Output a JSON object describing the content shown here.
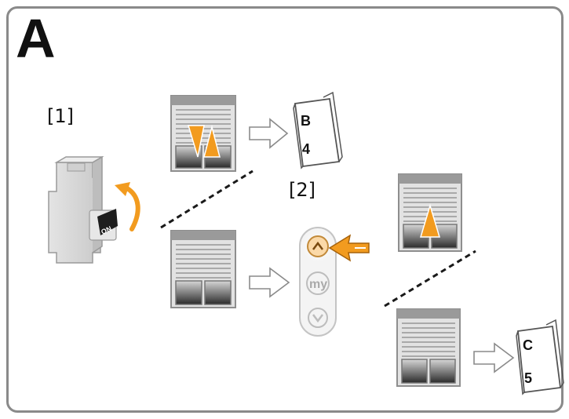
{
  "panel": {
    "letter": "A"
  },
  "steps": {
    "step1": "[1]",
    "step2": "[2]"
  },
  "booklets": [
    {
      "top": "B",
      "bottom": "4"
    },
    {
      "top": "C",
      "bottom": "5"
    }
  ],
  "breaker": {
    "switch_label": "ON"
  },
  "remote": {
    "up_label": "^",
    "my_label": "my",
    "down_label": "v"
  },
  "colors": {
    "accent": "#f29b1f",
    "frame": "#8a8a8a",
    "shutter": "#d8d8d8"
  },
  "icons": [
    "circuit-breaker-icon",
    "rotate-arrow-icon",
    "window-shutter-icon",
    "hollow-arrow-icon",
    "booklet-icon",
    "remote-control-icon",
    "pointer-arrow-icon"
  ]
}
